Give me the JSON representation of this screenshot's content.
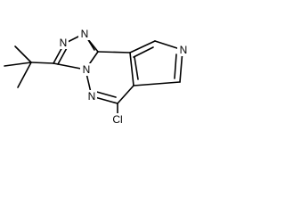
{
  "structure": {
    "atoms": {
      "n_triazole_top": "N",
      "n_triazole_left": "N",
      "n_bridge": "N",
      "n_pyridazine": "N",
      "n_pyridine": "N",
      "chlorine": "Cl"
    }
  }
}
